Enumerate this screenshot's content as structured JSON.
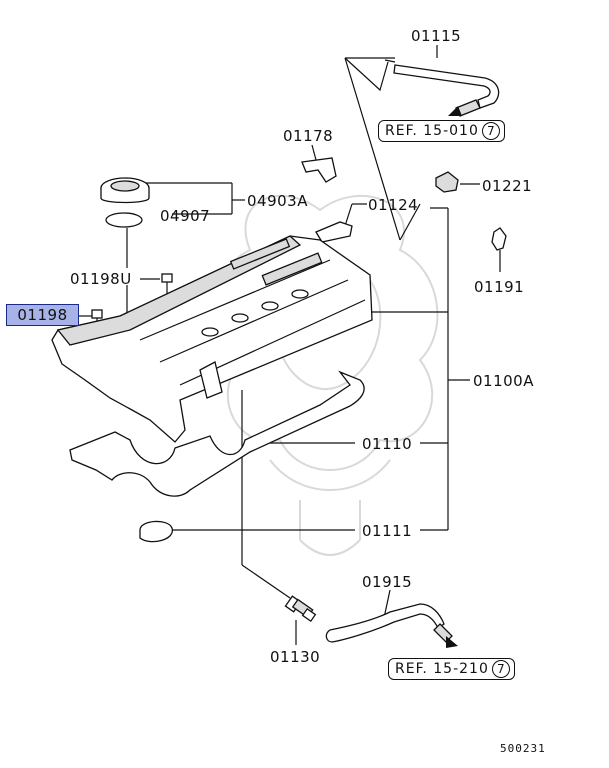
{
  "diagram": {
    "labels": {
      "p01115": "01115",
      "p01178": "01178",
      "p01221": "01221",
      "p04903A": "04903A",
      "p04907": "04907",
      "p01124": "01124",
      "p01198U": "01198U",
      "p01191": "01191",
      "p01198": "01198",
      "p01100A": "01100A",
      "p01110": "01110",
      "p01111": "01111",
      "p01915": "01915",
      "p01130": "01130"
    },
    "refs": {
      "ref_top": {
        "text": "REF. 15-010",
        "circle": "7"
      },
      "ref_bottom": {
        "text": "REF. 15-210",
        "circle": "7"
      }
    },
    "highlighted_part": "01198",
    "figure_number": "500231"
  },
  "colors": {
    "highlight_fill": "#a7b3e6",
    "highlight_border": "#1b2a8a",
    "line": "#111111",
    "part_fill": "#ffffff",
    "shade": "#dcdcdc"
  }
}
